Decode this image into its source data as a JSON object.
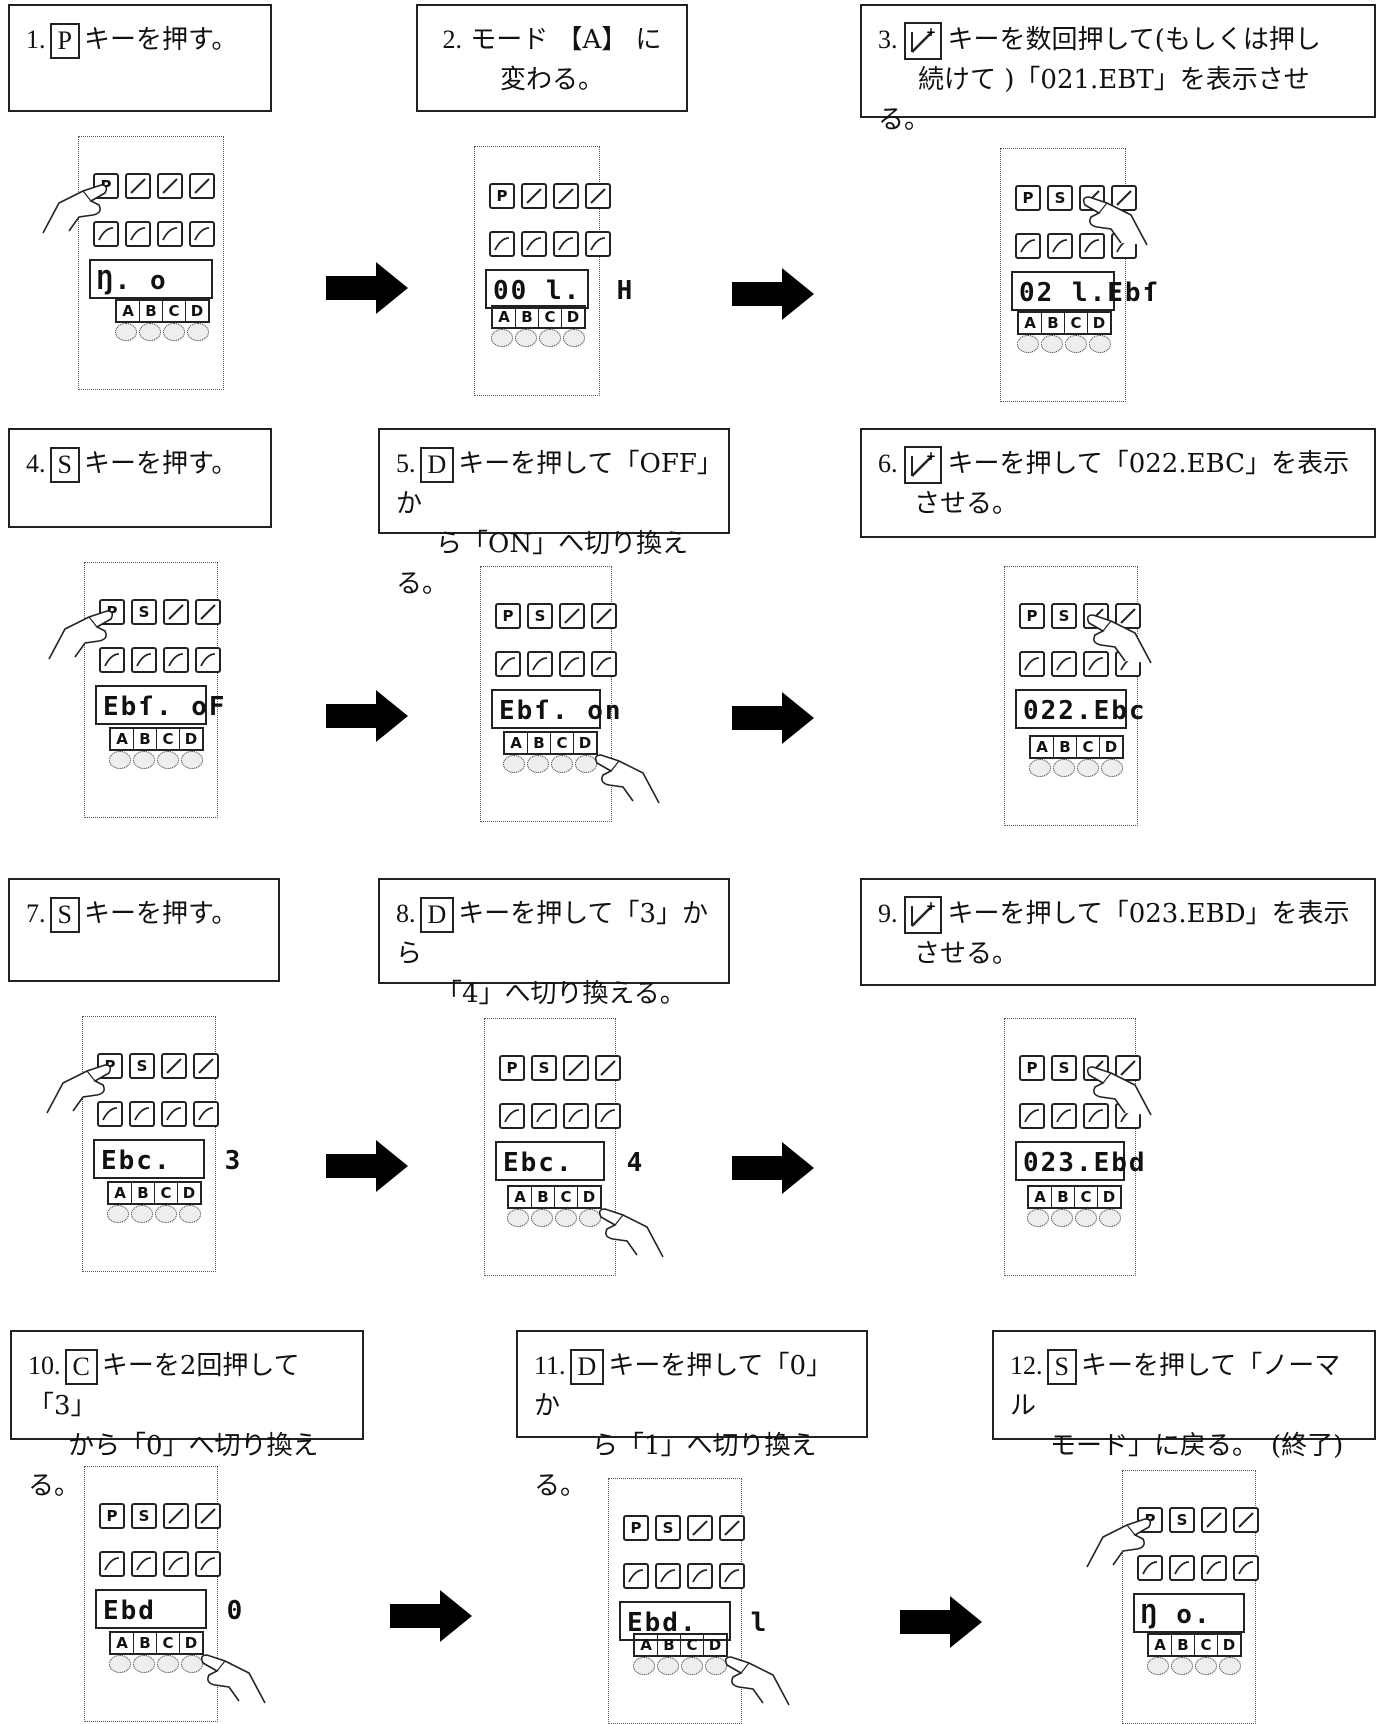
{
  "steps": [
    {
      "num": "1.",
      "key": "P",
      "text": "キーを押す。",
      "text2": ""
    },
    {
      "num": "2.",
      "key": "",
      "text": "モード 【A】 に",
      "text2": "変わる。"
    },
    {
      "num": "3.",
      "key": "",
      "text": "キーを数回押して(もしくは押し",
      "text2": "続けて )「021.EBT」を表示させる。"
    },
    {
      "num": "4.",
      "key": "S",
      "text": "キーを押す。",
      "text2": ""
    },
    {
      "num": "5.",
      "key": "D",
      "text": "キーを押して「OFF」か",
      "text2": "ら「ON」へ切り換える。"
    },
    {
      "num": "6.",
      "key": "",
      "text": "キーを押して「022.EBC」を表示",
      "text2": "させる。"
    },
    {
      "num": "7.",
      "key": "S",
      "text": "キーを押す。",
      "text2": ""
    },
    {
      "num": "8.",
      "key": "D",
      "text": "キーを押して「3」から",
      "text2": "「4」へ切り換える。"
    },
    {
      "num": "9.",
      "key": "",
      "text": "キーを押して「023.EBD」を表示",
      "text2": "させる。"
    },
    {
      "num": "10.",
      "key": "C",
      "text": "キーを2回押して「3」",
      "text2": "から「0」へ切り換える。"
    },
    {
      "num": "11.",
      "key": "D",
      "text": "キーを押して「0」か",
      "text2": "ら「1」へ切り換える。"
    },
    {
      "num": "12.",
      "key": "S",
      "text": "キーを押して「ノーマル",
      "text2": "モード」に戻る。　(終了)"
    }
  ],
  "panels": [
    {
      "display": "Ŋ. o",
      "top_keys": [
        "P",
        "",
        "",
        ""
      ]
    },
    {
      "display": "00 l.  H",
      "top_keys": [
        "P",
        "",
        "",
        ""
      ]
    },
    {
      "display": "02 l.Ebſ",
      "top_keys": [
        "P",
        "S",
        "",
        ""
      ]
    },
    {
      "display": "Ebſ. oF",
      "top_keys": [
        "P",
        "S",
        "",
        ""
      ]
    },
    {
      "display": "Ebſ. on",
      "top_keys": [
        "P",
        "S",
        "",
        ""
      ]
    },
    {
      "display": "022.Ebc",
      "top_keys": [
        "P",
        "S",
        "",
        ""
      ]
    },
    {
      "display": "Ebc.   3",
      "top_keys": [
        "P",
        "S",
        "",
        ""
      ]
    },
    {
      "display": "Ebc.   4",
      "top_keys": [
        "P",
        "S",
        "",
        ""
      ]
    },
    {
      "display": "023.Ebd",
      "top_keys": [
        "P",
        "S",
        "",
        ""
      ]
    },
    {
      "display": "Ebd    0",
      "top_keys": [
        "P",
        "S",
        "",
        ""
      ]
    },
    {
      "display": "Ebd.   l",
      "top_keys": [
        "P",
        "S",
        "",
        ""
      ]
    },
    {
      "display": "Ŋ o.",
      "top_keys": [
        "P",
        "S",
        "",
        ""
      ]
    }
  ],
  "abcd": [
    "A",
    "B",
    "C",
    "D"
  ],
  "icons": {
    "arrow": "right-arrow-icon",
    "hand": "pointing-hand-icon",
    "stitch_key": "stitch-plus-key-icon"
  }
}
